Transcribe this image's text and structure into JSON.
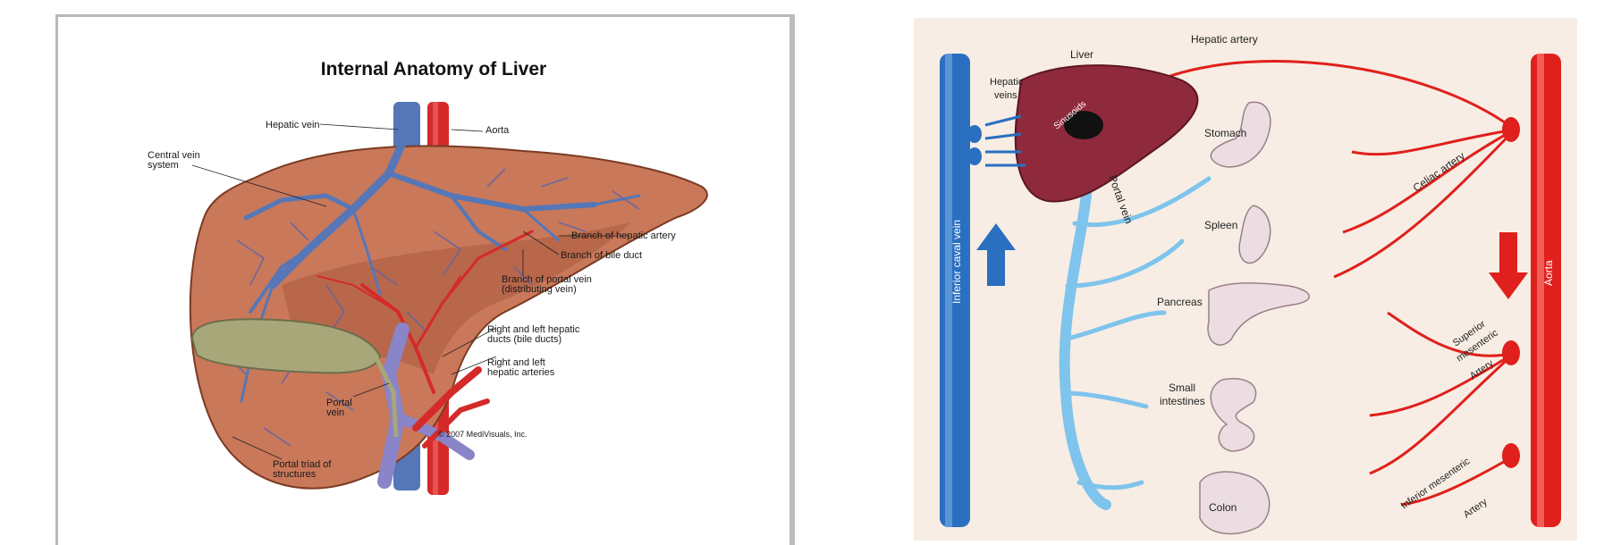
{
  "left_figure": {
    "title": "Internal Anatomy of Liver",
    "labels": {
      "hepatic_vein": "Hepatic vein",
      "aorta": "Aorta",
      "central_vein_1": "Central vein",
      "central_vein_2": "system",
      "branch_hepatic_artery": "Branch of hepatic artery",
      "branch_bile_duct": "Branch of bile duct",
      "portal_branch_1": "Branch of portal vein",
      "portal_branch_2": "(distributing vein)",
      "hepatic_ducts_1": "Right and left hepatic",
      "hepatic_ducts_2": "ducts (bile ducts)",
      "hepatic_arteries_1": "Right and left",
      "hepatic_arteries_2": "hepatic arteries",
      "portal_vein_1": "Portal",
      "portal_vein_2": "vein",
      "portal_triad_1": "Portal triad of",
      "portal_triad_2": "structures",
      "copyright": "© 2007 MediVisuals, Inc."
    },
    "colors": {
      "liver": "#c9785a",
      "liver_dark": "#a95a3e",
      "vein": "#5577b8",
      "artery": "#d42a2a",
      "gallbladder": "#a7a77a"
    }
  },
  "right_figure": {
    "labels": {
      "liver": "Liver",
      "hepatic_artery": "Hepatic artery",
      "hepatic_veins_1": "Hepatic",
      "hepatic_veins_2": "veins",
      "sinusoids": "Sinusoids",
      "stomach": "Stomach",
      "spleen": "Spleen",
      "pancreas": "Pancreas",
      "small_intestines_1": "Small",
      "small_intestines_2": "intestines",
      "colon": "Colon",
      "portal_vein": "Portal vein",
      "inferior_caval_vein": "Inferior caval vein",
      "aorta": "Aorta",
      "celiac_artery": "Celiac artery",
      "superior_mesenteric_1": "Superior",
      "superior_mesenteric_2": "mesenteric",
      "superior_mesenteric_3": "Artery",
      "inferior_mesenteric_1": "Inferior mesenteric",
      "inferior_mesenteric_2": "Artery"
    },
    "colors": {
      "background": "#f7ede4",
      "vein_blue": "#2a6fc0",
      "portal_blue": "#7ec4ec",
      "artery_red": "#e0201c",
      "liver": "#8e2a3c",
      "organ": "#ecdde2"
    }
  }
}
